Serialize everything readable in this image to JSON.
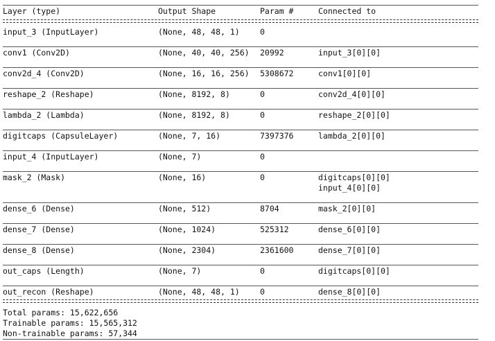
{
  "header": {
    "layer": "Layer (type)",
    "shape": "Output Shape",
    "param": "Param #",
    "conn": "Connected to"
  },
  "rows": [
    {
      "layer": "input_3 (InputLayer)",
      "shape": "(None, 48, 48, 1)",
      "param": "0",
      "conn": ""
    },
    {
      "layer": "conv1 (Conv2D)",
      "shape": "(None, 40, 40, 256)",
      "param": "20992",
      "conn": "input_3[0][0]"
    },
    {
      "layer": "conv2d_4 (Conv2D)",
      "shape": "(None, 16, 16, 256)",
      "param": "5308672",
      "conn": "conv1[0][0]"
    },
    {
      "layer": "reshape_2 (Reshape)",
      "shape": "(None, 8192, 8)",
      "param": "0",
      "conn": "conv2d_4[0][0]"
    },
    {
      "layer": "lambda_2 (Lambda)",
      "shape": "(None, 8192, 8)",
      "param": "0",
      "conn": "reshape_2[0][0]"
    },
    {
      "layer": "digitcaps (CapsuleLayer)",
      "shape": "(None, 7, 16)",
      "param": "7397376",
      "conn": "lambda_2[0][0]"
    },
    {
      "layer": "input_4 (InputLayer)",
      "shape": "(None, 7)",
      "param": "0",
      "conn": ""
    },
    {
      "layer": "mask_2 (Mask)",
      "shape": "(None, 16)",
      "param": "0",
      "conn": "digitcaps[0][0]",
      "conn2": "input_4[0][0]"
    },
    {
      "layer": "dense_6 (Dense)",
      "shape": "(None, 512)",
      "param": "8704",
      "conn": "mask_2[0][0]"
    },
    {
      "layer": "dense_7 (Dense)",
      "shape": "(None, 1024)",
      "param": "525312",
      "conn": "dense_6[0][0]"
    },
    {
      "layer": "dense_8 (Dense)",
      "shape": "(None, 2304)",
      "param": "2361600",
      "conn": "dense_7[0][0]"
    },
    {
      "layer": "out_caps (Length)",
      "shape": "(None, 7)",
      "param": "0",
      "conn": "digitcaps[0][0]"
    },
    {
      "layer": "out_recon (Reshape)",
      "shape": "(None, 48, 48, 1)",
      "param": "0",
      "conn": "dense_8[0][0]"
    }
  ],
  "footer": {
    "total": "Total params: 15,622,656",
    "trainable": "Trainable params: 15,565,312",
    "non_trainable": "Non-trainable params: 57,344"
  }
}
